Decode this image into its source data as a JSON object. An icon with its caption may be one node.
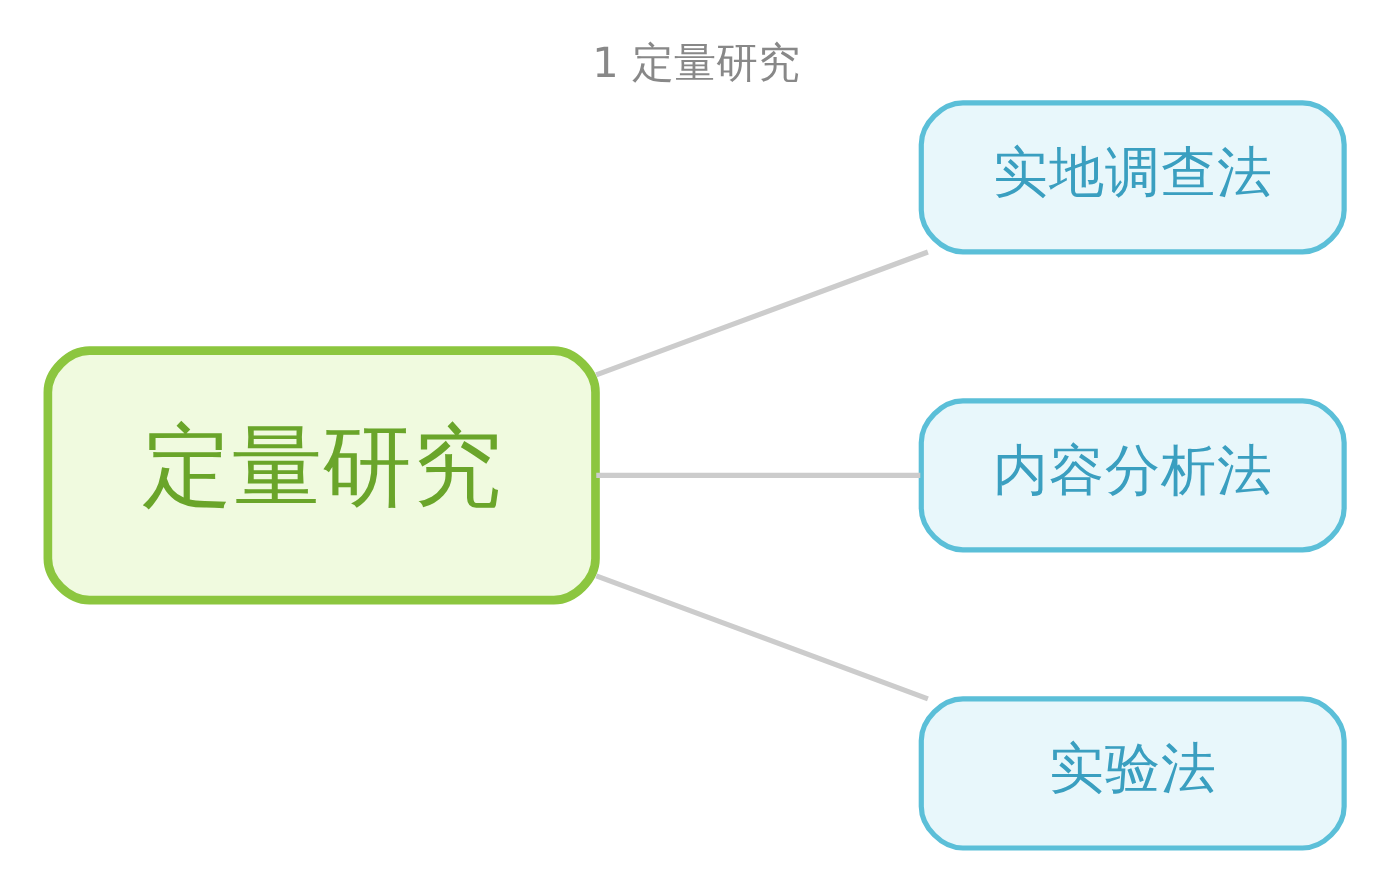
{
  "diagram": {
    "title": "1 定量研究",
    "nodes": [
      {
        "text": [
          "定量研究"
        ]
      },
      {
        "text": [
          "实地调查法"
        ]
      },
      {
        "text": [
          "内容分析法"
        ]
      },
      {
        "text": [
          "实验法"
        ]
      }
    ],
    "edges": [
      {
        "from": 0,
        "to": 1,
        "arrow": "none"
      },
      {
        "from": 0,
        "to": 2,
        "arrow": "none"
      },
      {
        "from": 0,
        "to": 3,
        "arrow": "none"
      }
    ]
  }
}
